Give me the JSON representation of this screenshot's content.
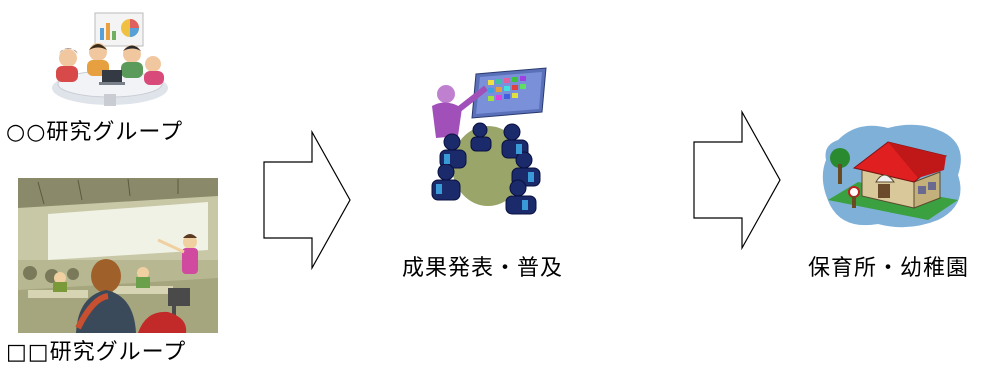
{
  "diagram": {
    "groups": [
      {
        "label": "○○研究グループ",
        "illustration": "team-meeting-illustration"
      },
      {
        "label": "□□研究グループ",
        "illustration": "presentation-room-illustration"
      }
    ],
    "arrows": [
      {
        "icon": "right-arrow-icon"
      },
      {
        "icon": "right-arrow-icon"
      }
    ],
    "stages": [
      {
        "label": "成果発表・普及",
        "illustration": "seminar-illustration"
      },
      {
        "label": "保育所・幼稚園",
        "illustration": "nursery-school-illustration"
      }
    ]
  }
}
